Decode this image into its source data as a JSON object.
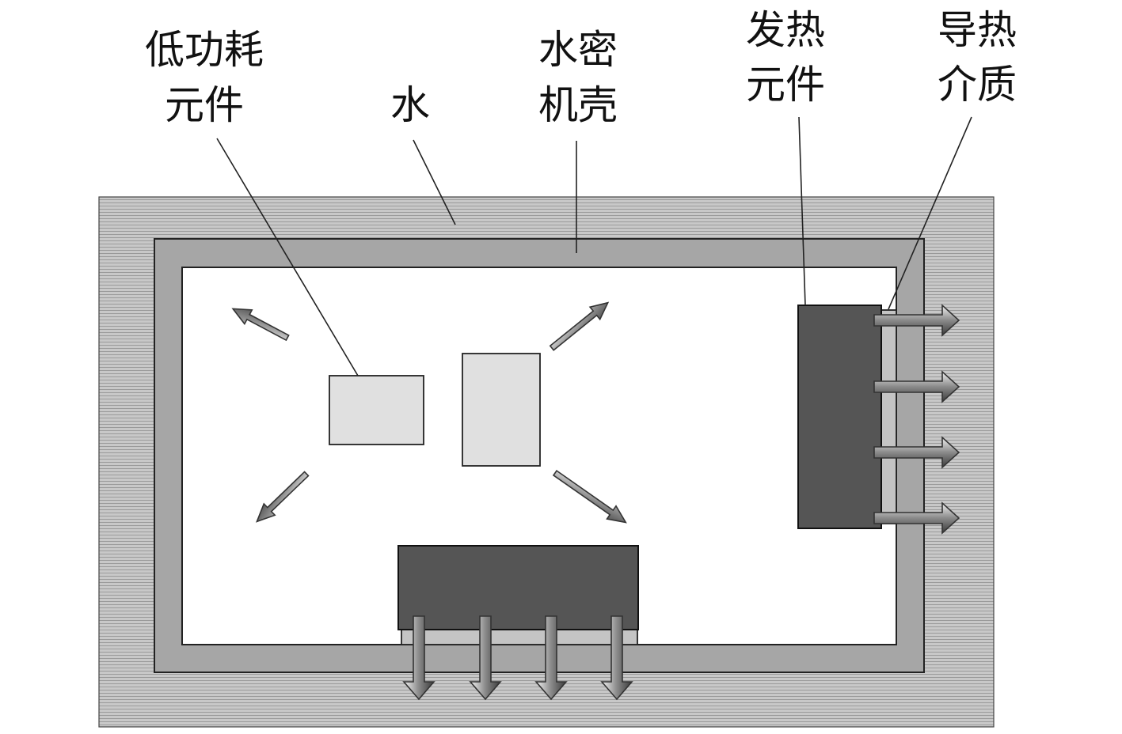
{
  "labels": {
    "low_power": [
      "低功耗",
      "元件"
    ],
    "water": "水",
    "sealed_housing": [
      "水密",
      "机壳"
    ],
    "heat_component": [
      "发热",
      "元件"
    ],
    "thermal_medium": [
      "导热",
      "介质"
    ]
  },
  "colors": {
    "water_fill": "#c8c8c8",
    "water_hatch": "#9a9a9a",
    "housing": "#a6a6a6",
    "interior": "#ffffff",
    "low_power_component": "#e0e0e0",
    "heat_component": "#555555",
    "thermal_medium": "#c4c4c4",
    "outline": "#222222"
  }
}
